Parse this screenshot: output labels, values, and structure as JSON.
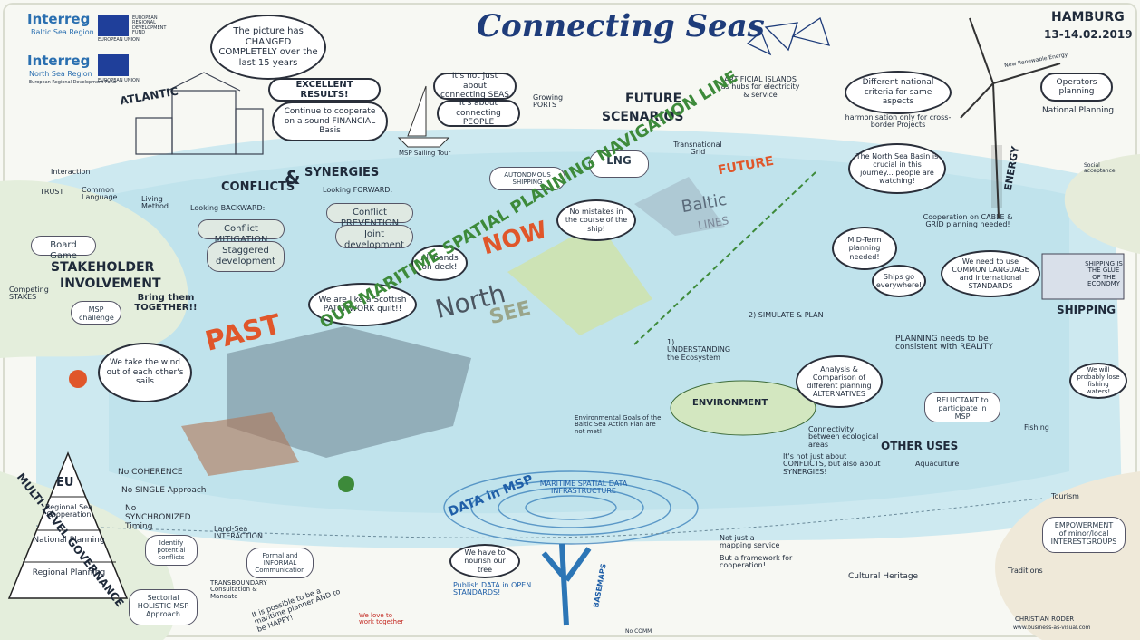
{
  "header": {
    "title": "Connecting Seas",
    "location": "HAMBURG",
    "date": "13-14.02.2019"
  },
  "logos": {
    "interreg_bsr_name": "Interreg",
    "interreg_bsr_region": "Baltic Sea Region",
    "bsr_eu_fund": "EUROPEAN REGIONAL DEVELOPMENT FUND",
    "bsr_eu": "EUROPEAN UNION",
    "interreg_nsr_name": "Interreg",
    "interreg_nsr_region": "North Sea Region",
    "nsr_fund": "European Regional Development Fund",
    "nsr_eu": "EUROPEAN UNION"
  },
  "top": {
    "changed_bubble": "The picture has CHANGED COMPLETELY over the last 15 years",
    "results_bubble_1": "EXCELLENT RESULTS!",
    "results_bubble_2": "Continue to cooperate on a sound FINANCIAL Basis",
    "atlantic": "ATLANTIC",
    "sailing_tour": "MSP Sailing Tour",
    "not_just_seas_1": "It's not just about connecting SEAS",
    "not_just_seas_2": "It's about connecting PEOPLE",
    "growing_ports": "Growing PORTS",
    "future_scenarios_1": "FUTURE",
    "future_scenarios_2": "SCENARIOS",
    "artificial_islands": "ARTIFICIAL ISLANDS as hubs for electricity & service",
    "transnational_grid": "Transnational Grid",
    "autonomous_shipping": "AUTONOMOUS SHIPPING",
    "lng": "LNG",
    "future": "FUTURE",
    "different_criteria": "Different national criteria for same aspects",
    "harmonisation": "harmonisation only for cross-border Projects",
    "operators_planning": "Operators planning",
    "national_planning_top": "National Planning",
    "energy": "ENERGY",
    "new_renewable": "New Renewable Energy",
    "basin_crucial": "The North Sea Basin is crucial in this journey... people are watching!",
    "social_acceptance": "Social acceptance"
  },
  "left": {
    "conflicts_synergies_1": "CONFLICTS",
    "conflicts_amp": "&",
    "conflicts_synergies_2": "SYNERGIES",
    "looking_backward": "Looking BACKWARD:",
    "looking_forward": "Looking FORWARD:",
    "conflict_mitigation": "Conflict MITIGATION",
    "staggered_development": "Staggered development",
    "conflict_prevention": "Conflict PREVENTION",
    "joint_development": "Joint development",
    "interaction": "Interaction",
    "trust": "TRUST",
    "common_language": "Common Language",
    "living_method": "Living Method",
    "board_game": "Board Game",
    "stakeholder_1": "STAKEHOLDER",
    "stakeholder_2": "INVOLVEMENT",
    "competing_stakes": "Competing STAKES",
    "bring_together": "Bring them TOGETHER!!",
    "msp_challenge": "MSP challenge"
  },
  "center": {
    "past": "PAST",
    "now": "NOW",
    "patchwork": "We are like a Scottish PATCHWORK quilt!!",
    "wind_out": "We take the wind out of each other's sails",
    "all_hands": "All hands on deck!",
    "no_mistakes": "No mistakes in the course of the ship!",
    "north": "North",
    "see": "SEE",
    "baltic": "Baltic",
    "lines": "LINES",
    "navigation_line": "OUR MARITIME SPATIAL PLANNING NAVIGATION LINE",
    "data_in_msp": "DATA in MSP",
    "msdi": "MARITIME SPATIAL DATA INFRASTRUCTURE",
    "basemaps": "BASEMAPS"
  },
  "right": {
    "midterm": "MID-Term planning needed!",
    "cooperation_cable": "Cooperation on CABLE & GRID planning needed!",
    "ships_everywhere": "Ships go everywhere!",
    "common_language_right": "We need to use COMMON LANGUAGE and international STANDARDS",
    "shipping_is": "SHIPPING IS THE GLUE OF THE ECONOMY",
    "shipping": "SHIPPING",
    "planning_consistent": "PLANNING needs to be consistent with REALITY",
    "understanding": "1) UNDERSTANDING the Ecosystem",
    "simulate": "2) SIMULATE & PLAN",
    "analysis": "Analysis & Comparison of different planning ALTERNATIVES",
    "environment": "ENVIRONMENT",
    "env_goals": "Environmental Goals of the Baltic Sea Action Plan are not met!",
    "connectivity": "Connectivity between ecological areas",
    "reluctant": "RELUCTANT to participate in MSP",
    "probably_less": "We will probably lose fishing waters!",
    "fishing": "Fishing",
    "other_uses": "OTHER USES",
    "aquaculture": "Aquaculture",
    "not_just_conflicts": "It's not just about CONFLICTS, but also about SYNERGIES!",
    "tourism": "Tourism",
    "empowerment": "EMPOWERMENT of minor/local INTERESTGROUPS",
    "traditions": "Traditions",
    "cultural_heritage": "Cultural Heritage"
  },
  "bottom": {
    "mlg": "MULTI-LEVEL GOVERNANCE",
    "eu": "EU",
    "regional_sea": "Regional Sea Cooperation",
    "national": "National Planning",
    "regional_planning": "Regional Planning",
    "no_coherence": "No COHERENCE",
    "no_single": "No SINGLE Approach",
    "no_sync": "No SYNCHRONIZED Timing",
    "identify_conflicts": "Identify potential conflicts",
    "land_sea": "Land-Sea INTERACTION",
    "formal_informal": "Formal and INFORMAL Communication",
    "transboundary": "TRANSBOUNDARY Consultation & Mandate",
    "sectorial": "Sectorial HOLISTIC MSP Approach",
    "possible": "It is possible to be a maritime planner AND to be HAPPY!",
    "love_work": "We love to work together",
    "nourish": "We have to nourish our tree",
    "publish": "Publish DATA in OPEN STANDARDS!",
    "mapping_service": "Not just a mapping service",
    "framework": "But a framework for cooperation!",
    "no_comm": "No COMM",
    "artist": "CHRISTIAN RODER",
    "artist_site": "www.business-as-visual.com"
  },
  "colors": {
    "sea": "#bfe3ec",
    "title_blue": "#1e3c7a",
    "accent_orange": "#e0562a",
    "accent_green": "#3d8a3a"
  }
}
